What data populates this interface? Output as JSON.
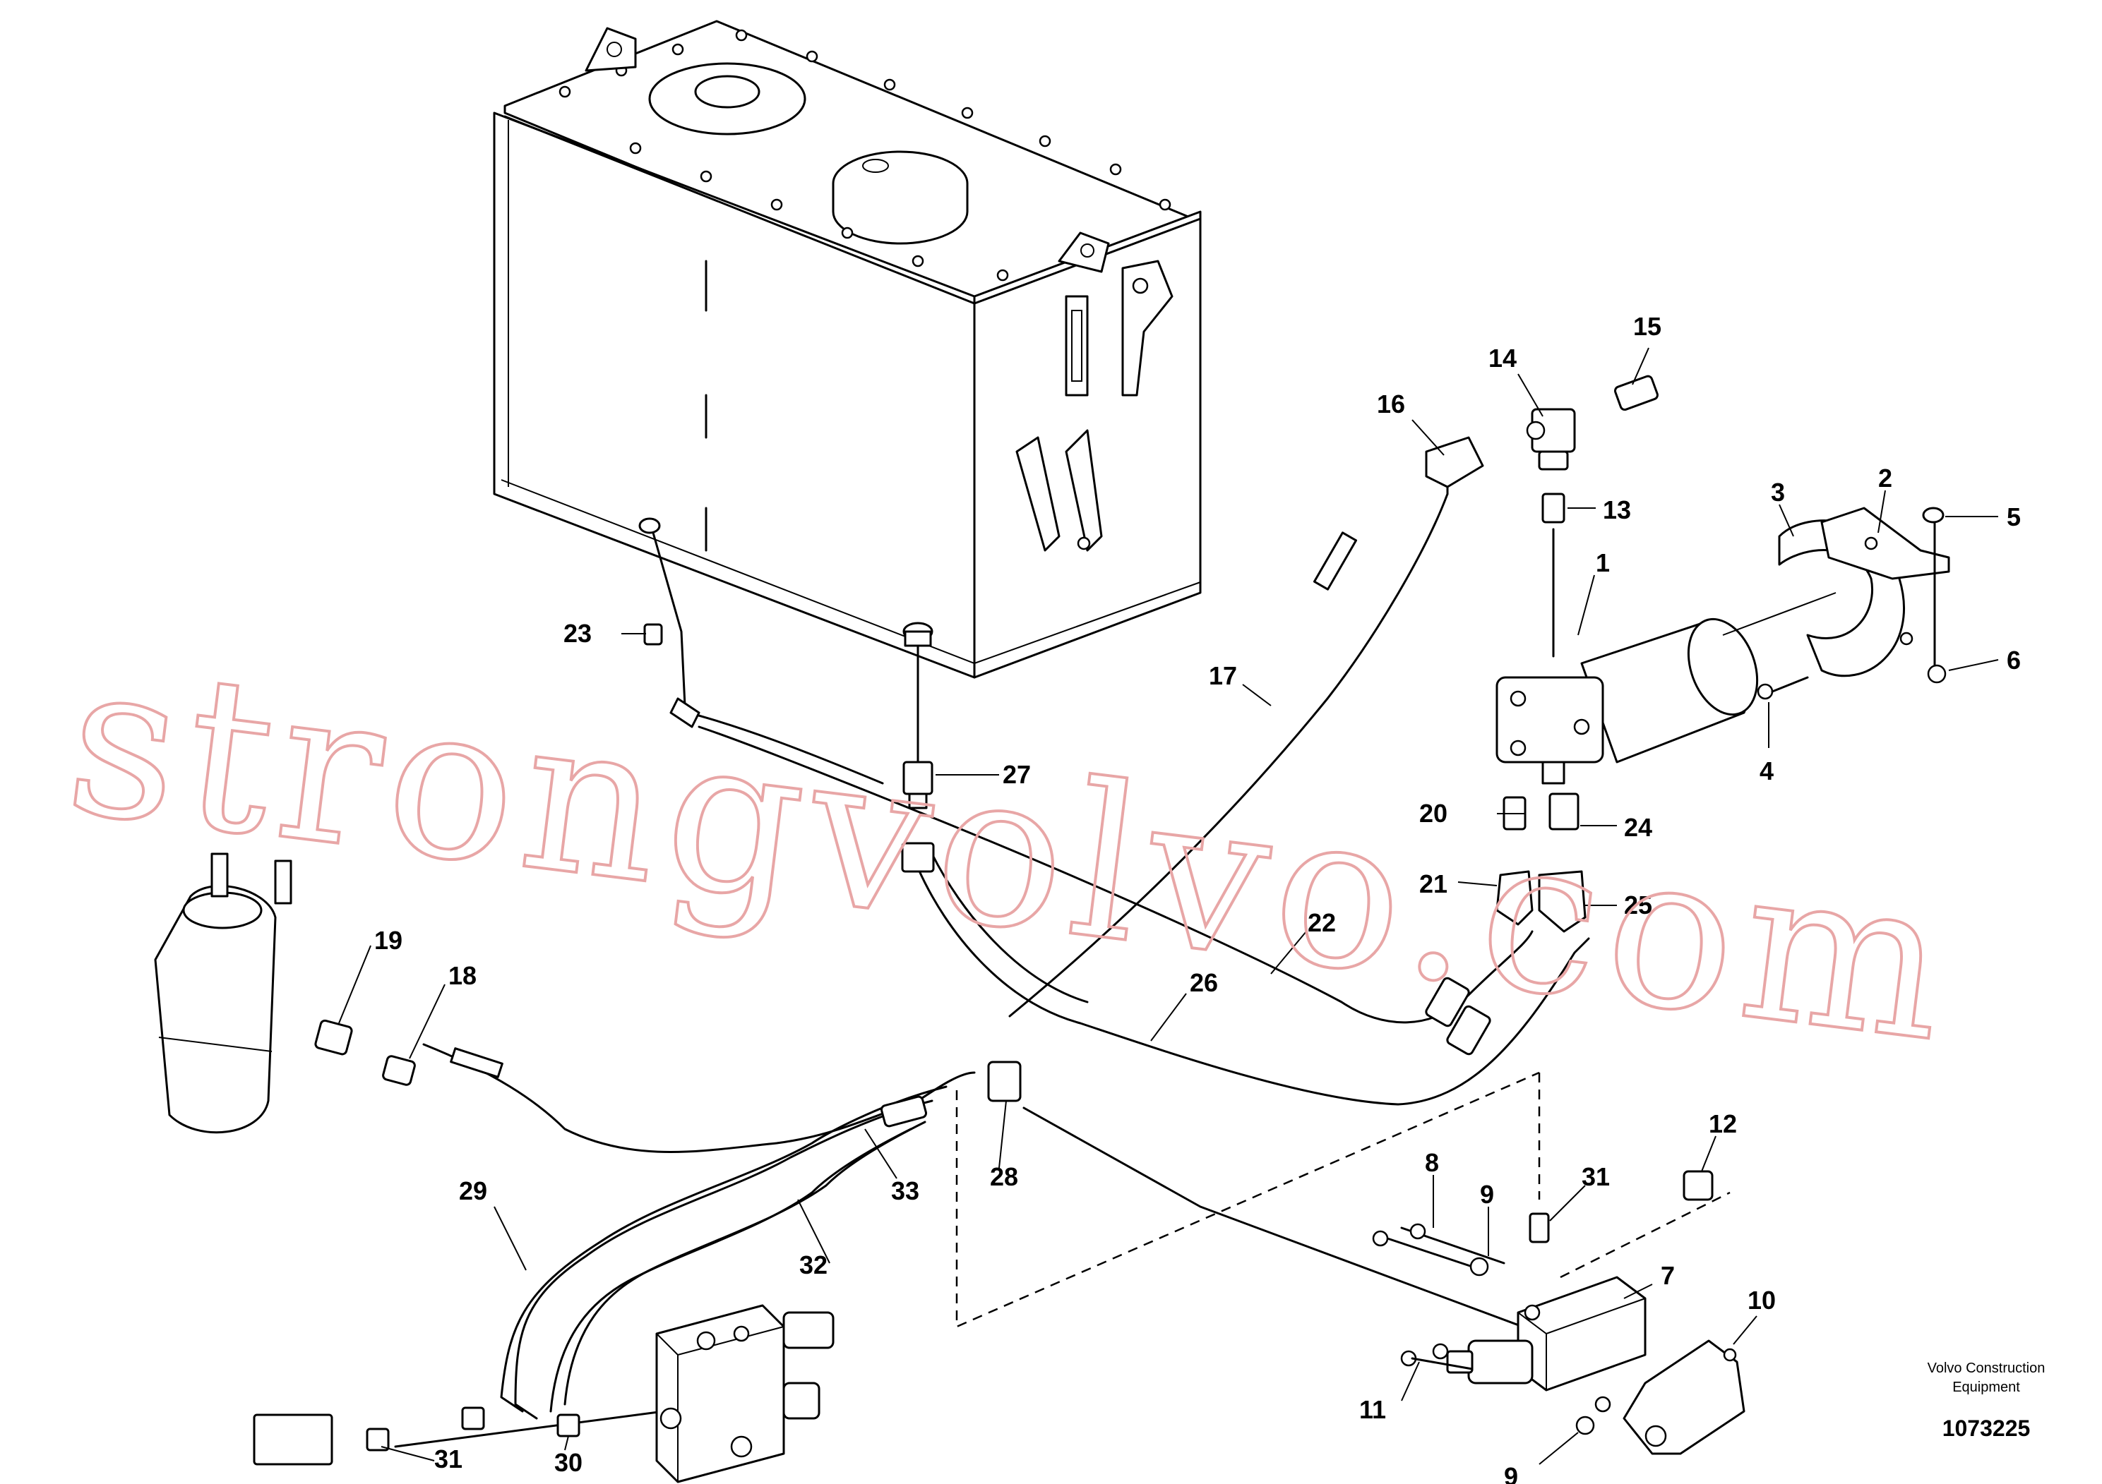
{
  "diagram": {
    "watermark": "strongvolvo.com",
    "callouts": [
      "1",
      "2",
      "3",
      "4",
      "5",
      "6",
      "7",
      "8",
      "9",
      "9",
      "10",
      "11",
      "12",
      "13",
      "14",
      "15",
      "16",
      "17",
      "18",
      "19",
      "20",
      "21",
      "22",
      "23",
      "24",
      "25",
      "26",
      "27",
      "28",
      "29",
      "30",
      "31",
      "31",
      "32",
      "33"
    ],
    "footer": {
      "company_line1": "Volvo Construction",
      "company_line2": "Equipment",
      "drawing_number": "1073225"
    }
  }
}
